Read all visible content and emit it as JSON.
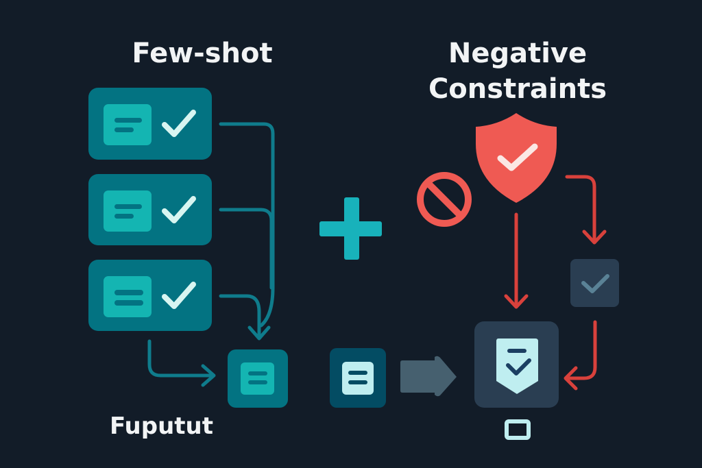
{
  "left_title": "Few-shot",
  "right_title_line1": "Negative",
  "right_title_line2": "Constraints",
  "output_label": "Fuputut",
  "colors": {
    "background": "#121c28",
    "card": "#037382",
    "card_inner": "#14b5b2",
    "check": "#d8f5f1",
    "connector": "#0f7c8c",
    "plus": "#18b2bb",
    "red": "#ef5a53",
    "red_arrow": "#d8413c",
    "slate_box": "#2a3e52",
    "pale": "#bfeef0"
  }
}
